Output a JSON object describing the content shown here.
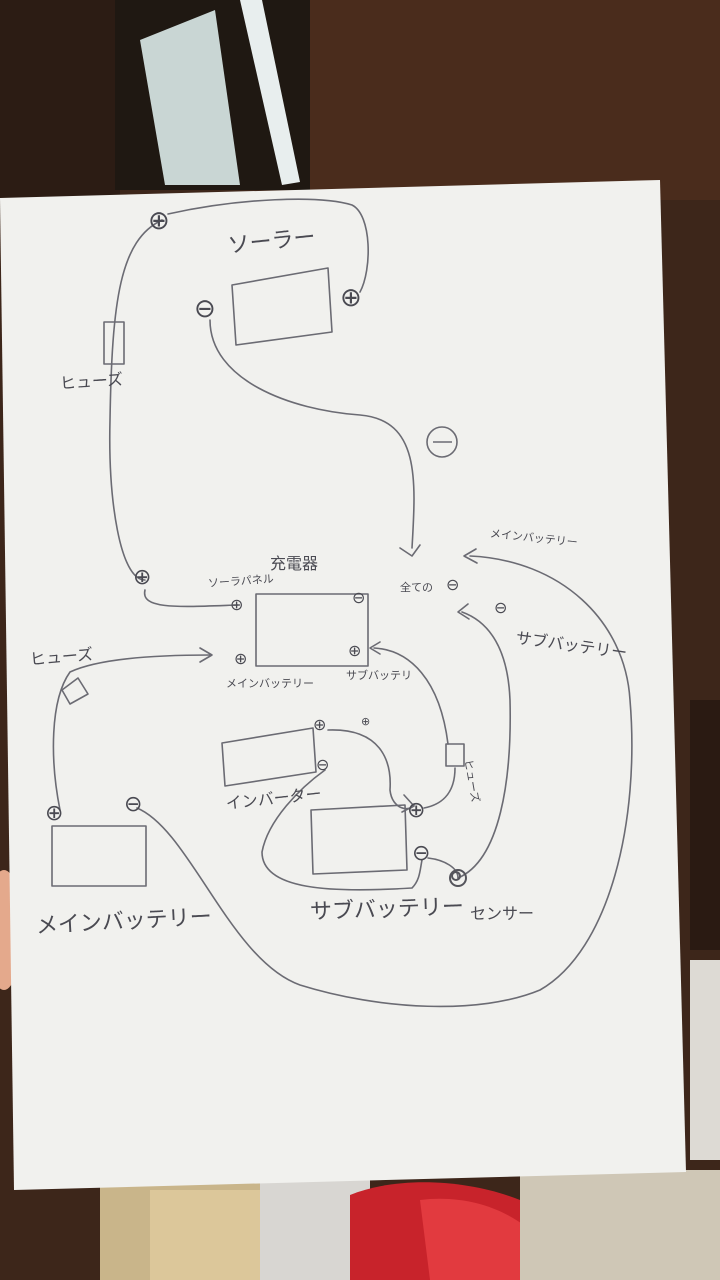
{
  "diagram": {
    "components": {
      "solar": "ソーラー",
      "charger": "充電器",
      "main_battery": "メインバッテリー",
      "sub_battery": "サブバッテリー",
      "inverter": "インバーター"
    },
    "fuses": {
      "top_left": "ヒューズ",
      "left": "ヒューズ",
      "right": "ヒューズ"
    },
    "charger_terminals": {
      "solar_panel": "ソーラパネル",
      "main_battery": "メインバッテリー",
      "sub_battery": "サブバッテリ"
    },
    "notes": {
      "all_negative": "全ての",
      "main_battery_arrow": "メインバッテリー",
      "sub_battery_arrow": "サブバッテリー",
      "sensor": "センサー"
    },
    "symbols": {
      "plus": "⊕",
      "minus": "⊖"
    }
  }
}
